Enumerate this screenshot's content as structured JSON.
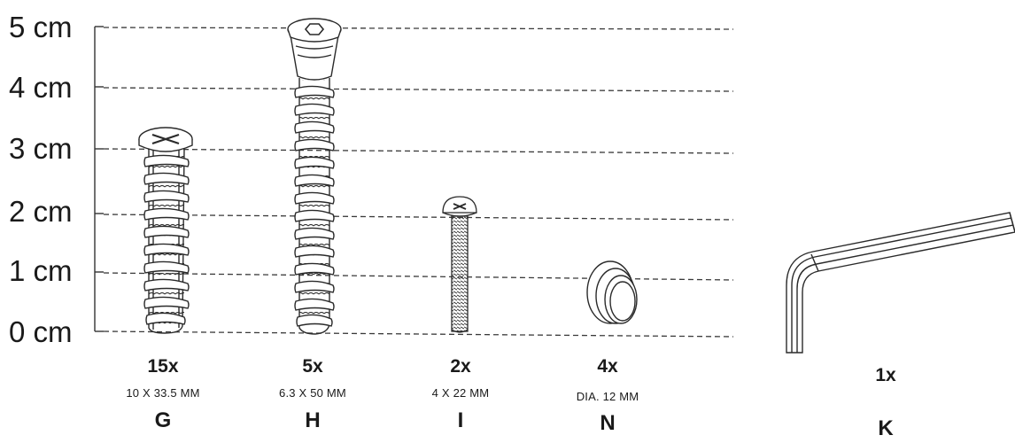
{
  "scale": {
    "labels": [
      "5 cm",
      "4 cm",
      "3 cm",
      "2 cm",
      "1 cm",
      "0 cm"
    ]
  },
  "parts": [
    {
      "quantity": "15x",
      "dimensions": "10 X 33.5 MM",
      "code": "G",
      "icon": "wood-screw-phillips-icon"
    },
    {
      "quantity": "5x",
      "dimensions": "6.3 X 50 MM",
      "code": "H",
      "icon": "connector-bolt-hex-icon"
    },
    {
      "quantity": "2x",
      "dimensions": "4 X 22 MM",
      "code": "I",
      "icon": "machine-screw-icon"
    },
    {
      "quantity": "4x",
      "dimensions": "DIA. 12 MM",
      "code": "N",
      "icon": "grommet-washer-icon"
    },
    {
      "quantity": "1x",
      "dimensions": "",
      "code": "K",
      "icon": "allen-key-icon"
    }
  ]
}
